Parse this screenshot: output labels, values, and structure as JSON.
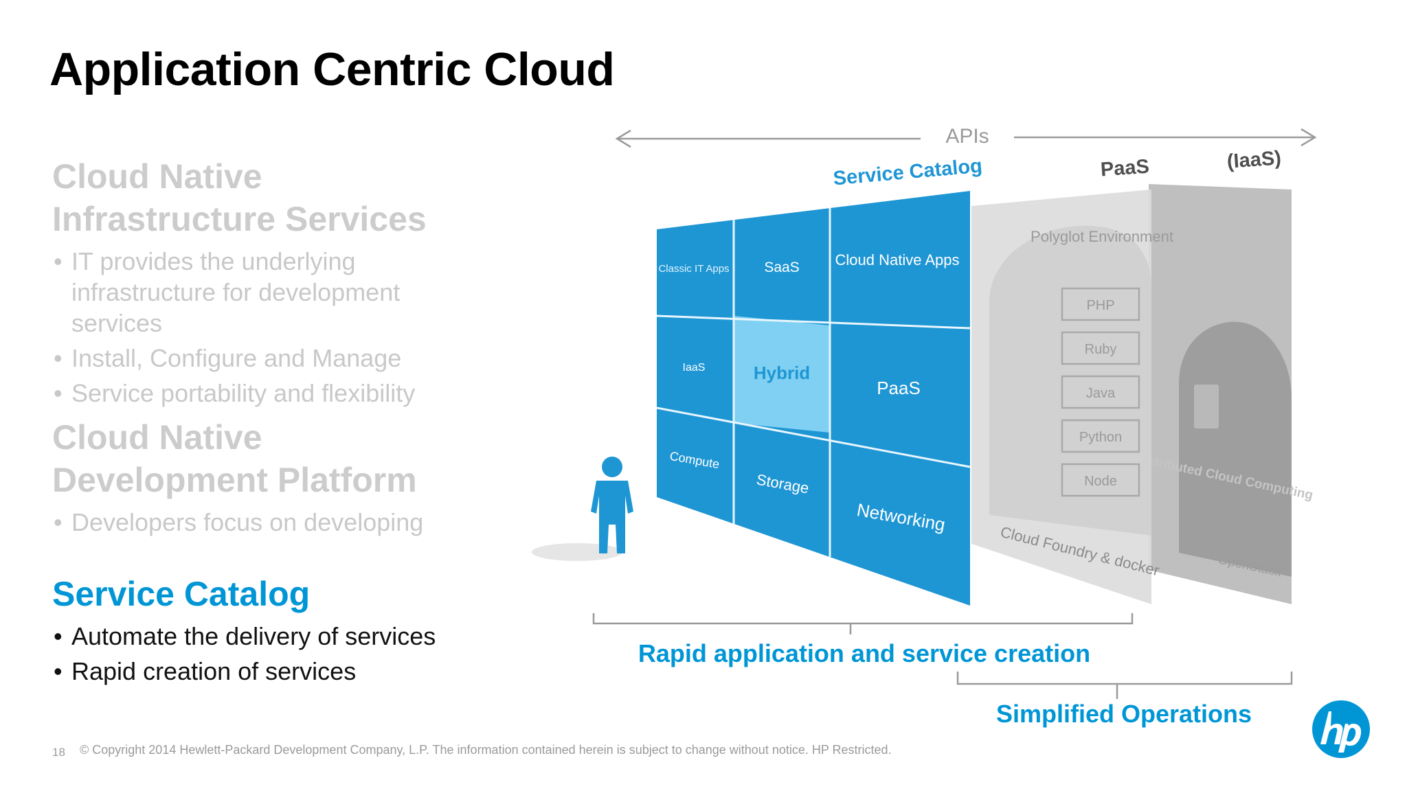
{
  "slide": {
    "title": "Application Centric Cloud",
    "footer_number": "18",
    "footer_copyright": "© Copyright 2014 Hewlett-Packard Development Company, L.P.  The information contained herein is subject to change without notice. HP Restricted."
  },
  "sections": [
    {
      "heading": "Cloud Native Infrastructure Services",
      "bullets": [
        "IT provides the underlying infrastructure for development services",
        "Install, Configure and Manage",
        "Service portability and flexibility"
      ]
    },
    {
      "heading": "Cloud Native Development Platform",
      "bullets": [
        "Developers focus on developing"
      ]
    },
    {
      "heading": "Service Catalog",
      "bullets": [
        "Automate the delivery of services",
        "Rapid creation of services"
      ]
    }
  ],
  "diagram": {
    "apis_label": "APIs",
    "layer_labels": {
      "catalog": "Service Catalog",
      "paas": "PaaS",
      "iaas": "(IaaS)"
    },
    "grid_cells": [
      "Classic IT Apps",
      "SaaS",
      "Cloud Native Apps",
      "IaaS",
      "Hybrid",
      "PaaS",
      "Compute",
      "Storage",
      "Networking"
    ],
    "paas_panel": {
      "title": "Polyglot Environment",
      "languages": [
        "PHP",
        "Ruby",
        "Java",
        "Python",
        "Node"
      ],
      "bottom": "Cloud Foundry & docker"
    },
    "iaas_panel": {
      "title": "Distributed Cloud Computing",
      "bottom": "OpenStack"
    },
    "bracket_labels": {
      "rapid": "Rapid application and service creation",
      "simplified": "Simplified Operations"
    }
  },
  "colors": {
    "accent": "#0096d6",
    "grid_blue": "#1f96d4",
    "hybrid_cell": "#7fd0f2",
    "muted_text": "#c8c8c8"
  },
  "icons": {
    "person": "person-icon",
    "logo": "hp-logo-icon"
  }
}
